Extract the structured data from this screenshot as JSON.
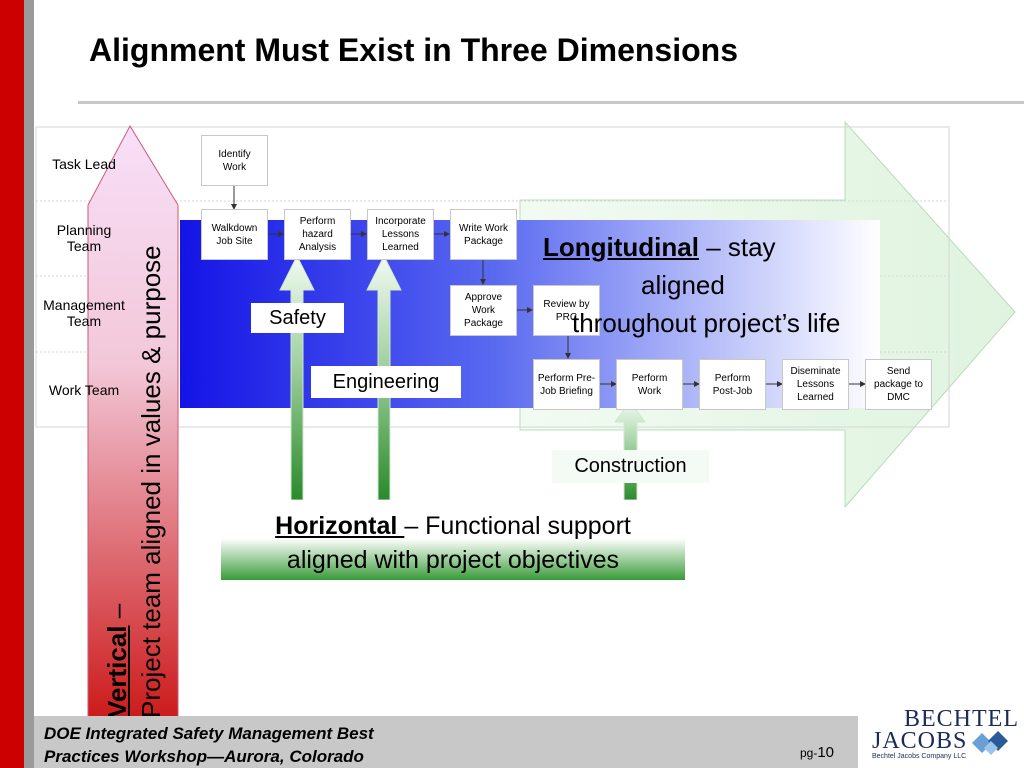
{
  "title": "Alignment Must Exist in Three Dimensions",
  "lanes": [
    {
      "label": "Task Lead"
    },
    {
      "label": "Planning\nTeam"
    },
    {
      "label": "Management\nTeam"
    },
    {
      "label": "Work Team"
    }
  ],
  "steps": {
    "identify": "Identify\nWork",
    "walkdown": "Walkdown\nJob Site",
    "hazard": "Perform\nhazard\nAnalysis",
    "lessons": "Incorporate\nLessons\nLearned",
    "write": "Write Work\nPackage",
    "approve": "Approve\nWork\nPackage",
    "review": "Review by\nPRC",
    "briefing": "Perform Pre-\nJob Briefing",
    "perform": "Perform\nWork",
    "postjob": "Perform\nPost-Job",
    "disseminate": "Diseminate\nLessons\nLearned",
    "send": "Send\npackage to\nDMC"
  },
  "functions": {
    "safety": "Safety",
    "engineering": "Engineering",
    "construction": "Construction"
  },
  "longitudinal": {
    "heading": "Longitudinal",
    "text1": " – stay",
    "text2": "aligned",
    "text3": "throughout project’s life"
  },
  "horizontal": {
    "heading": "Horizontal ",
    "text1": "– Functional support",
    "text2": "aligned with project objectives"
  },
  "vertical": {
    "heading": "Vertical",
    "text1": " –",
    "text2": "Project team aligned in values & purpose"
  },
  "footer": {
    "line1": "DOE Integrated Safety Management Best",
    "line2": "Practices Workshop—Aurora, Colorado",
    "page_prefix": "pg-",
    "page_number": "10"
  },
  "logo": {
    "name_top": "BECHTEL",
    "name_bottom": "JACOBS",
    "tagline": "Bechtel Jacobs Company LLC"
  },
  "colors": {
    "accent_red": "#cc0000",
    "blue_band": "#2020e0",
    "green": "#2e8b2e"
  }
}
